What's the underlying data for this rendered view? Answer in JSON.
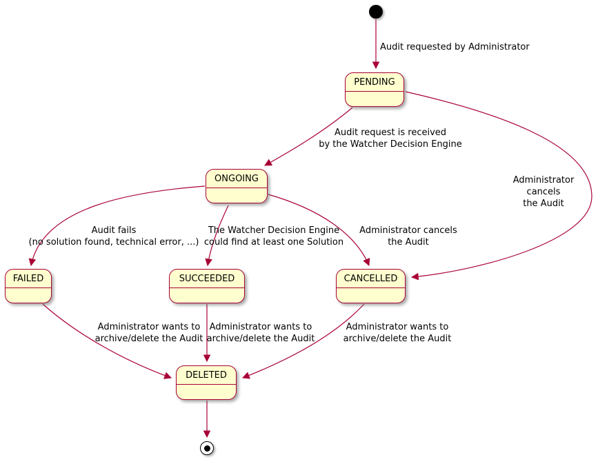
{
  "diagram": {
    "type": "state-machine",
    "colors": {
      "state_fill": "#fefece",
      "state_border": "#a80036",
      "arrow": "#a80036",
      "text": "#000000"
    },
    "states": {
      "pending": "PENDING",
      "ongoing": "ONGOING",
      "failed": "FAILED",
      "succeeded": "SUCCEEDED",
      "cancelled": "CANCELLED",
      "deleted": "DELETED"
    },
    "labels": {
      "init_to_pending": "Audit requested by Administrator",
      "pending_to_ongoing": "Audit request is received\nby the Watcher Decision Engine",
      "pending_to_cancelled": "Administrator cancels\nthe Audit",
      "ongoing_to_failed": "Audit fails\n(no solution found, technical error, ...)",
      "ongoing_to_succeeded": "The Watcher Decision Engine\ncould find at least one Solution",
      "ongoing_to_cancelled": "Administrator cancels\nthe Audit",
      "failed_to_deleted": "Administrator wants to\narchive/delete the Audit",
      "succeeded_to_deleted": "Administrator wants to\narchive/delete the Audit",
      "cancelled_to_deleted": "Administrator wants to\narchive/delete the Audit"
    }
  }
}
